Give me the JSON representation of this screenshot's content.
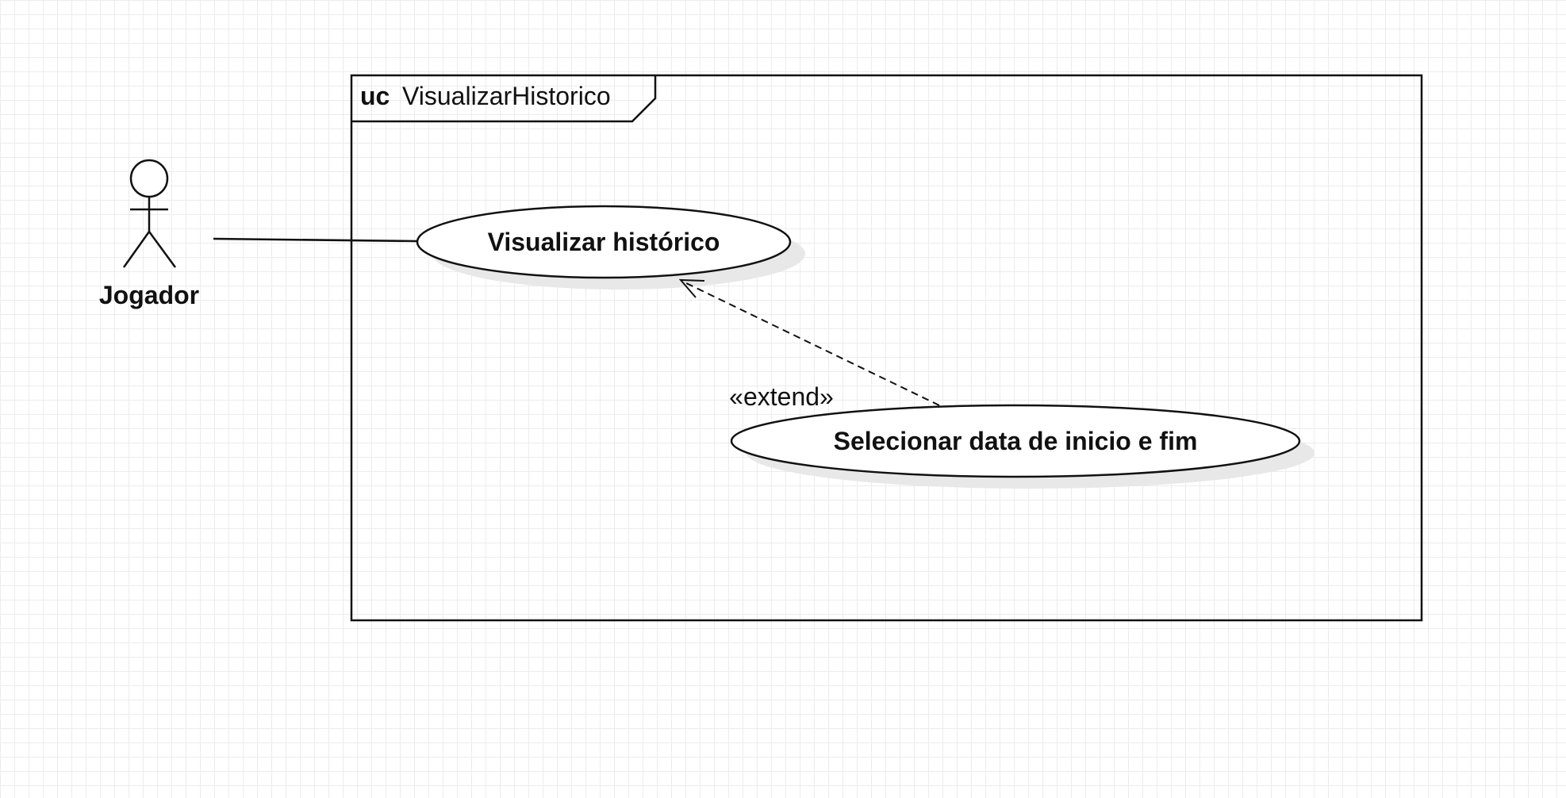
{
  "diagram": {
    "frame": {
      "keyword": "uc",
      "name": "VisualizarHistorico"
    },
    "actor": {
      "name": "Jogador"
    },
    "use_cases": [
      {
        "label": "Visualizar histórico"
      },
      {
        "label": "Selecionar data de inicio e fim"
      }
    ],
    "relationships": [
      {
        "type": "association",
        "from": "Jogador",
        "to": "Visualizar histórico"
      },
      {
        "type": "extend",
        "stereotype": "«extend»",
        "from": "Selecionar data de inicio e fim",
        "to": "Visualizar histórico"
      }
    ]
  },
  "colors": {
    "stroke": "#111111",
    "shadow": "#e8e8e8",
    "grid": "#ececec",
    "background": "#ffffff"
  }
}
